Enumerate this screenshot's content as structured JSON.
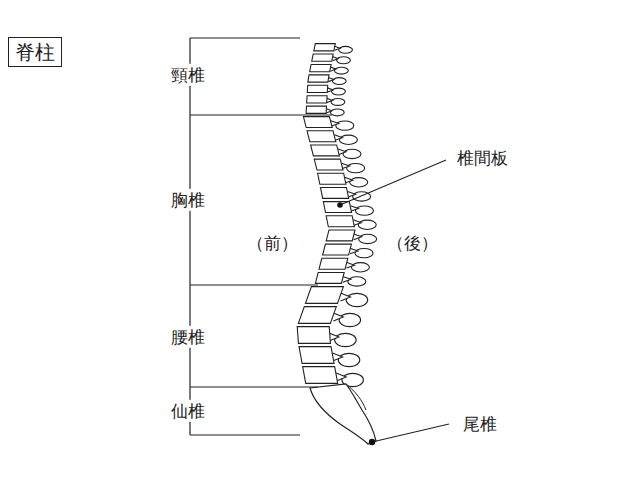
{
  "diagram": {
    "title": "脊柱",
    "labels": [
      "頸椎",
      "胸椎",
      "腰椎",
      "仙椎",
      "（前）",
      "（後）",
      "椎間板",
      "尾椎"
    ]
  }
}
